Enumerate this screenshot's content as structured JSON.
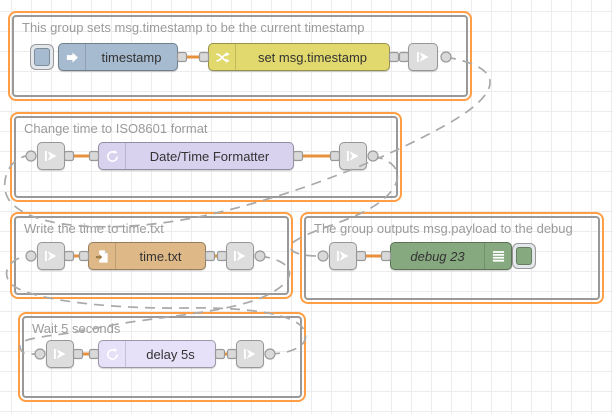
{
  "app": {
    "name": "Node-RED flow editor canvas"
  },
  "colors": {
    "canvas_bg": "#ffffff",
    "grid_line": "#ececec",
    "group_border": "#999999",
    "group_highlight": "#ff9e45",
    "group_title": "#9b9b9b",
    "node_label": "#333333",
    "wire": "#e8913c",
    "link_wire": "#a9a9a9",
    "port_fill": "#d9d9d9",
    "port_border": "#999999",
    "link_node": "#dddddd"
  },
  "groups": {
    "g1": {
      "title": "This group sets msg.timestamp to be the current timestamp"
    },
    "g2": {
      "title": "Change time to ISO8601 format"
    },
    "g3": {
      "title": "Write the time to time.txt"
    },
    "g4": {
      "title": "The group outputs msg.payload to the debug"
    },
    "g5": {
      "title": "Wait 5 seconds"
    }
  },
  "nodes": {
    "inject": {
      "label": "timestamp",
      "color": "#a6bbcf",
      "type": "inject"
    },
    "change": {
      "label": "set msg.timestamp",
      "color": "#e2d96e",
      "type": "change"
    },
    "formatter": {
      "label": "Date/Time Formatter",
      "color": "#d8d2ef",
      "type": "moment"
    },
    "file": {
      "label": "time.txt",
      "color": "#deb887",
      "type": "file write"
    },
    "debug": {
      "label": "debug 23",
      "color": "#87a980",
      "type": "debug"
    },
    "delay": {
      "label": "delay 5s",
      "color": "#e6e0f8",
      "type": "delay"
    },
    "link": {
      "color": "#dddddd"
    }
  }
}
